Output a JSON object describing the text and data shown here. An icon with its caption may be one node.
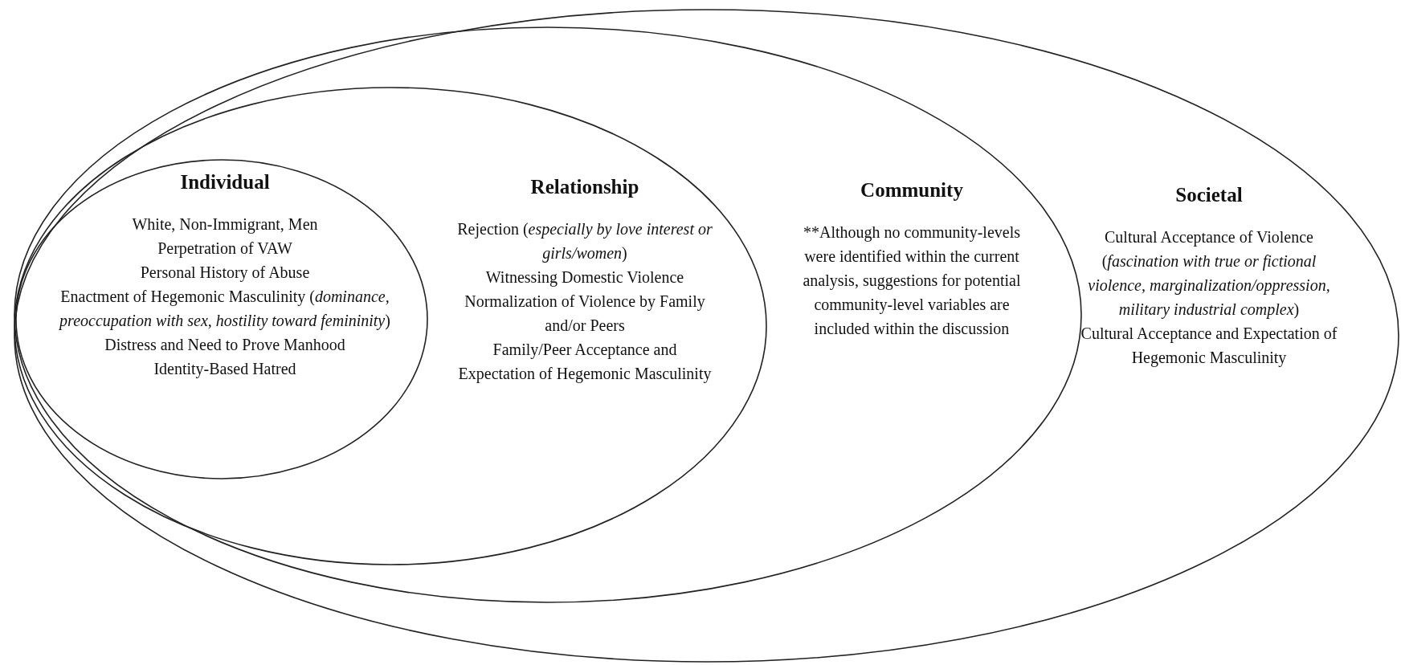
{
  "diagram": {
    "nodes": [
      {
        "text": [
          "Societal",
          "Cultural Acceptance of Violence (*fascination with true or fictional violence, marginalization/oppression, military industrial complex*)",
          "Cultural Acceptance and Expectation of Hegemonic Masculinity"
        ]
      },
      {
        "text": [
          "Community",
          "**Although no community-levels were identified within the current analysis, suggestions for potential community-level variables are included within the discussion"
        ],
        "in": 0
      },
      {
        "text": [
          "Relationship",
          "Rejection (*especially by love interest or girls/women*)",
          "Witnessing Domestic Violence",
          "Normalization of Violence by Family and/or Peers",
          "Family/Peer Acceptance and Expectation of Hegemonic Masculinity"
        ],
        "in": 1
      },
      {
        "text": [
          "Individual",
          "White, Non-Immigrant, Men",
          "Perpetration of VAW",
          "Personal History of Abuse",
          "Enactment of Hegemonic Masculinity (*dominance, preoccupation with sex, hostility toward femininity*)",
          "Distress and Need to Prove Manhood",
          "Identity-Based Hatred"
        ],
        "in": 2
      }
    ]
  }
}
